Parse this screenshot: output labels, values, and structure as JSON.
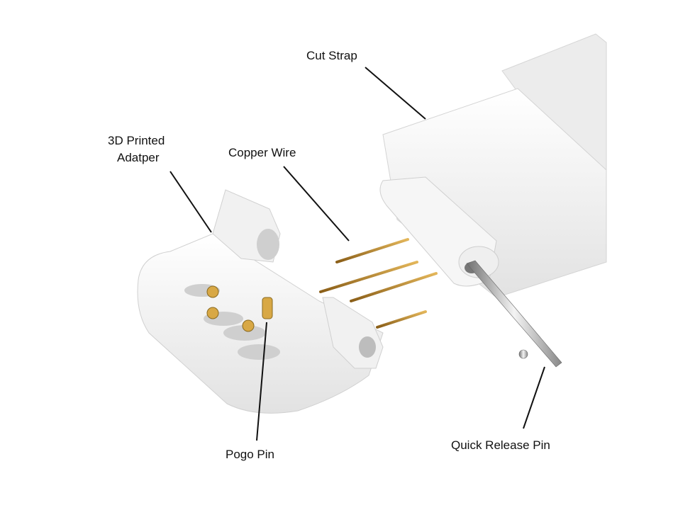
{
  "labels": {
    "cut_strap": "Cut Strap",
    "adapter_line1": "3D Printed",
    "adapter_line2": "Adatper",
    "copper_wire": "Copper Wire",
    "pogo_pin": "Pogo Pin",
    "quick_release_pin": "Quick Release Pin"
  },
  "colors": {
    "plastic": "#f4f4f4",
    "shadow": "#d9d9d9",
    "copper": "#b8862b",
    "steel": "#9a9a9a"
  }
}
